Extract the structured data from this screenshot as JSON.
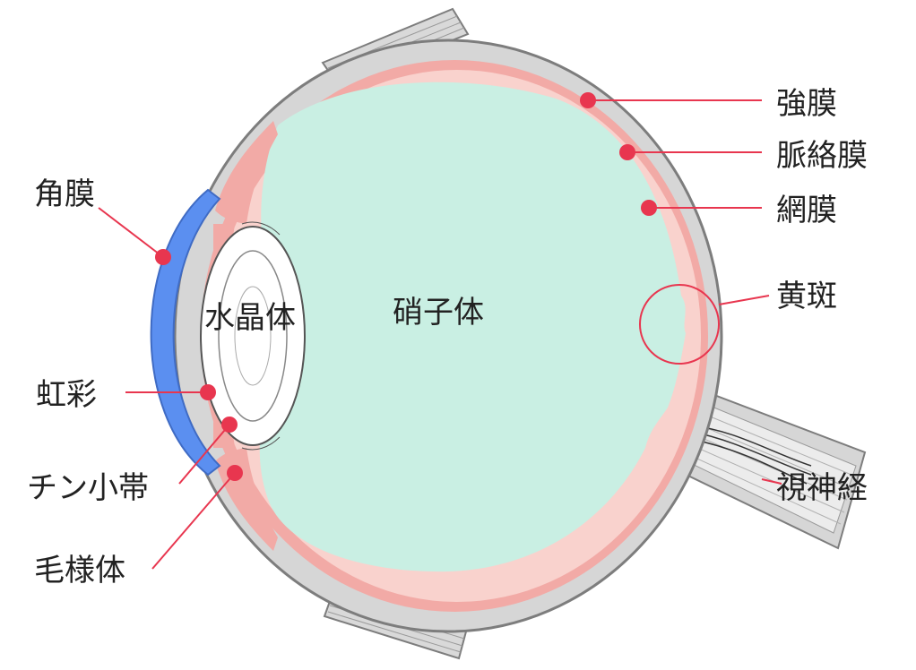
{
  "colors": {
    "sclera": "#d6d6d6",
    "sclera_outline": "#7d7d7d",
    "choroid": "#f2aaa6",
    "retina": "#f9d2cd",
    "vitreous": "#c9efe3",
    "cornea": "#5b8ff0",
    "lens": "#ffffff",
    "leader": "#e8364f",
    "muscle": "#d9d9d9"
  },
  "labels": {
    "sclera": "強膜",
    "choroid": "脈絡膜",
    "retina": "網膜",
    "macula": "黄斑",
    "optic_nerve": "視神経",
    "cornea": "角膜",
    "iris": "虹彩",
    "zonule": "チン小帯",
    "ciliary_body": "毛様体",
    "lens": "水晶体",
    "vitreous": "硝子体"
  }
}
